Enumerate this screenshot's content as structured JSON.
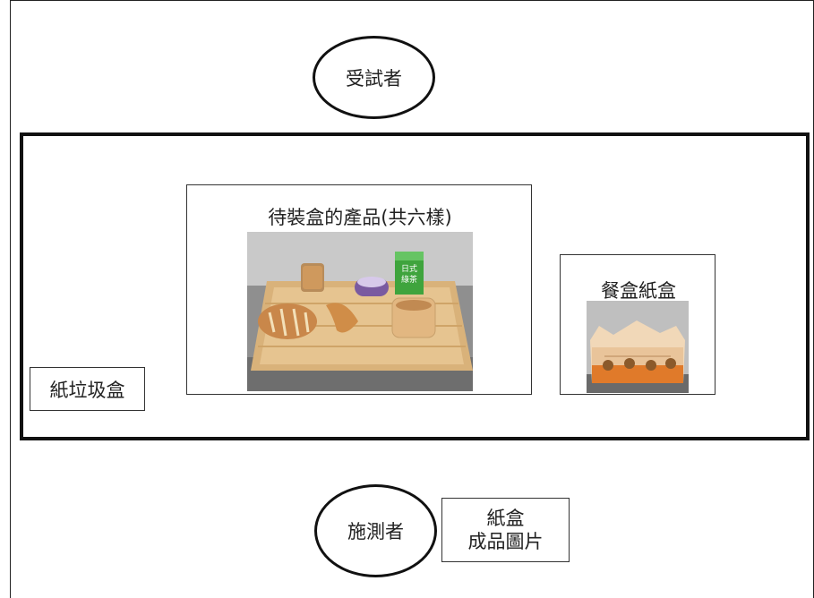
{
  "subject": "受試者",
  "tester": "施測者",
  "trash": "紙垃圾盒",
  "products_title": "待裝盒的產品(共六樣)",
  "box_title": "餐盒紙盒",
  "finished_box": {
    "line1": "紙盒",
    "line2": "成品圖片"
  },
  "milk_label_1": "日式",
  "milk_label_2": "綠茶",
  "colors": {
    "table_border": "#111111",
    "tray": "#d9b27a",
    "box_orange": "#e07a2a"
  }
}
